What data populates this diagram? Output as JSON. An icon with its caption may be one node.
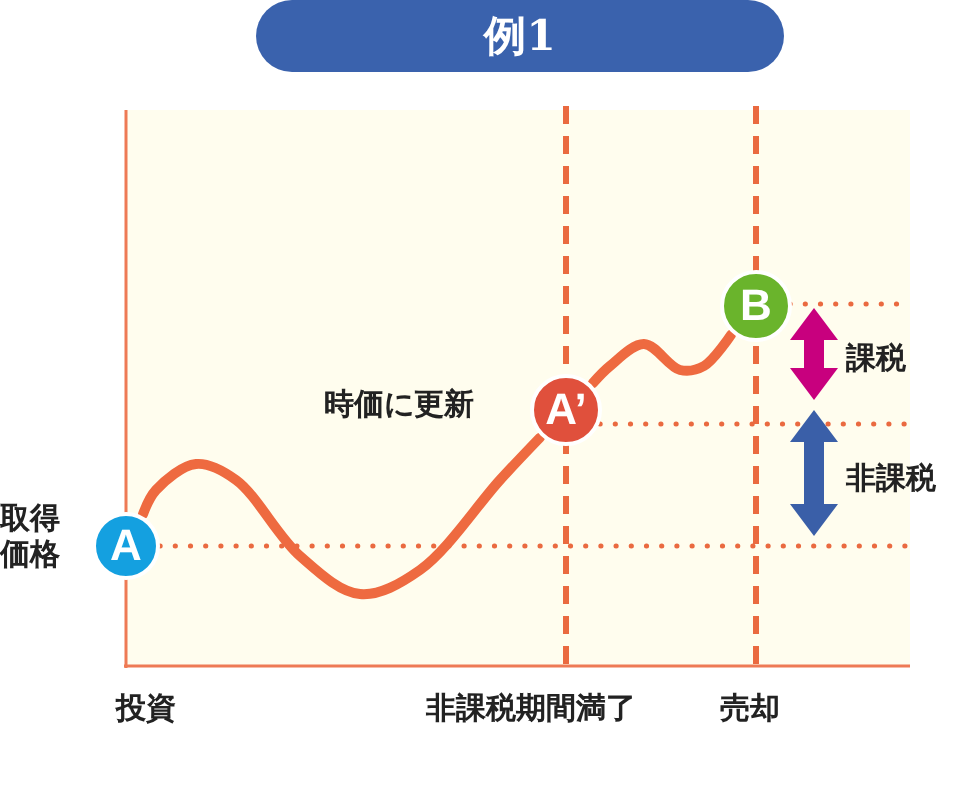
{
  "diagram": {
    "title": "例1",
    "nodes": [
      {
        "text": [
          "A"
        ],
        "beside": [
          "取得価格"
        ]
      },
      {
        "text": [
          "A’"
        ],
        "beside": [
          "時価に更新"
        ]
      },
      {
        "text": [
          "B"
        ]
      }
    ],
    "edges": [
      {
        "from": 0,
        "to": 1,
        "arrow": "none"
      },
      {
        "from": 1,
        "to": 2,
        "arrow": "none"
      }
    ],
    "labels": [
      "課税",
      "非課税",
      "投資",
      "非課税期間満了",
      "売却"
    ]
  }
}
